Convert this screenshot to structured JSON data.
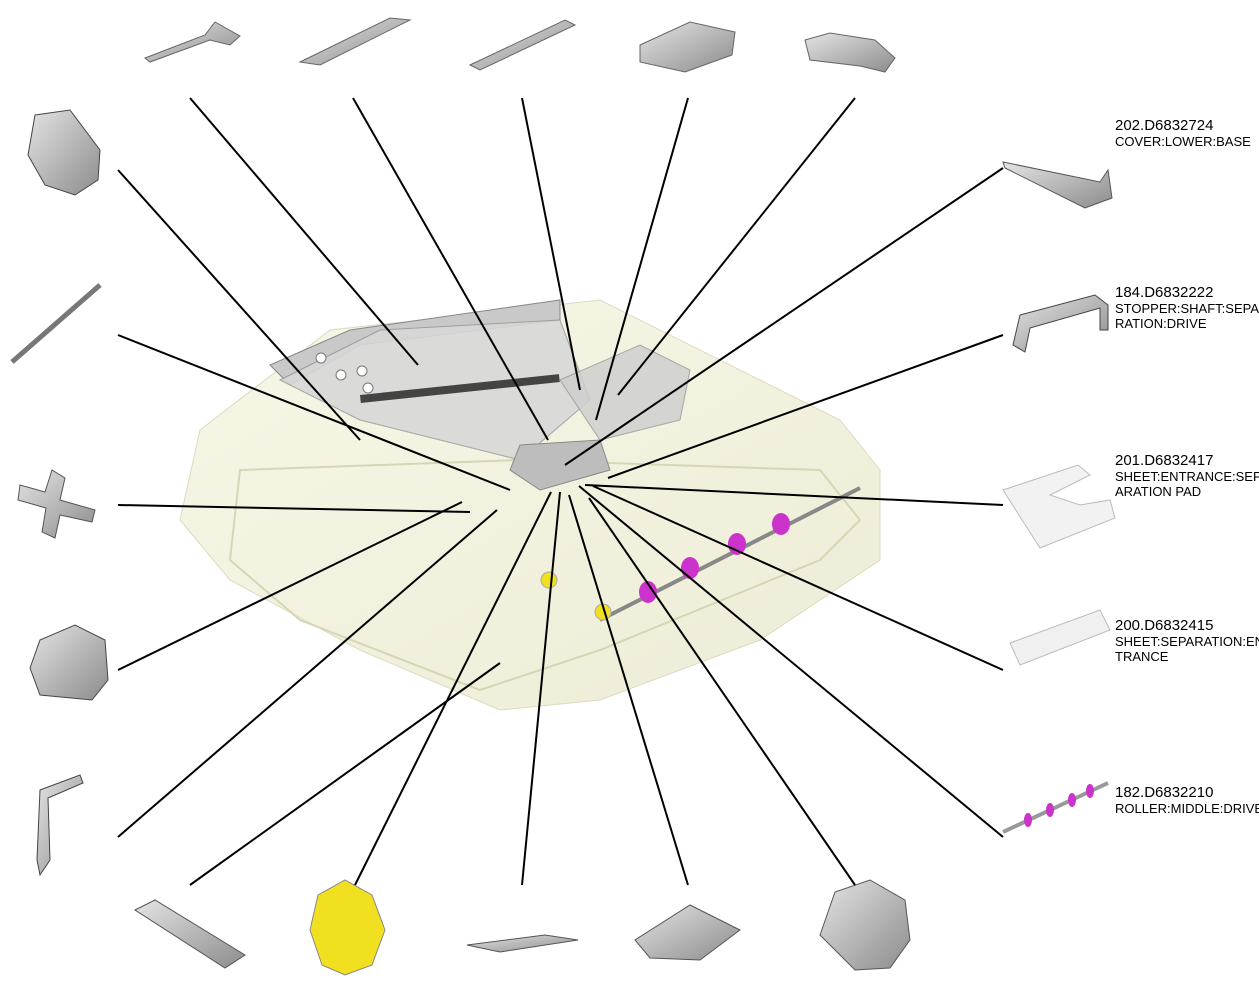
{
  "labels": [
    {
      "id": "l202",
      "number": "202.D6832724",
      "description": "COVER:LOWER:BASE",
      "wrapped": "COVER:LOWER:BA SE"
    },
    {
      "id": "l184",
      "number": "184.D6832222",
      "description": "STOPPER:SHAFT:SEPARATION:DRIVE",
      "wrapped": "STOPPER:SHAFT: SEPARATION:DRIV E"
    },
    {
      "id": "l201",
      "number": "201.D6832417",
      "description": "SHEET:ENTRANCE:SEPARATION PAD",
      "wrapped": "SHEET:ENTRANCE :SEPARATION PAD"
    },
    {
      "id": "l200",
      "number": "200.D6832415",
      "description": "SHEET:SEPARATION:ENTRANCE",
      "wrapped": "SHEET:SEPARATI ON:ENTRANCE"
    },
    {
      "id": "l182",
      "number": "182.D6832210",
      "description": "ROLLER:MIDDLE:DRIVE",
      "wrapped": "ROLLER:MIDDLE:D RIVE"
    }
  ],
  "colors": {
    "leader_line": "#000000",
    "assembly_body": "#f2f0d8",
    "part_gray": "#b5b5b5",
    "roller_magenta": "#cc33cc",
    "gear_yellow": "#f0e020"
  }
}
